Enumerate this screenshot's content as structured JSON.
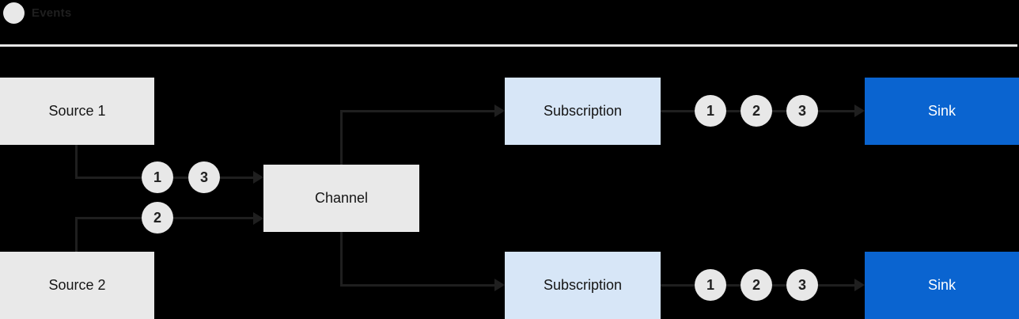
{
  "legend": {
    "label": "Events"
  },
  "nodes": {
    "source1": {
      "label": "Source 1"
    },
    "source2": {
      "label": "Source 2"
    },
    "channel": {
      "label": "Channel"
    },
    "subscription_top": {
      "label": "Subscription"
    },
    "subscription_bottom": {
      "label": "Subscription"
    },
    "sink_top": {
      "label": "Sink"
    },
    "sink_bottom": {
      "label": "Sink"
    }
  },
  "event_markers": {
    "source1_to_channel": [
      "1",
      "3"
    ],
    "source2_to_channel": [
      "2"
    ],
    "subscription_top_to_sink": [
      "1",
      "2",
      "3"
    ],
    "subscription_bottom_to_sink": [
      "1",
      "2",
      "3"
    ]
  },
  "colors": {
    "background": "#000000",
    "node_gray": "#e9e9e9",
    "node_light_blue": "#d7e6f7",
    "node_blue": "#0a64d0",
    "connector": "#1f1f1f",
    "divider": "#e6e6e6",
    "event_circle": "#e8e8e8",
    "text_dark": "#151515",
    "text_white": "#ffffff"
  }
}
